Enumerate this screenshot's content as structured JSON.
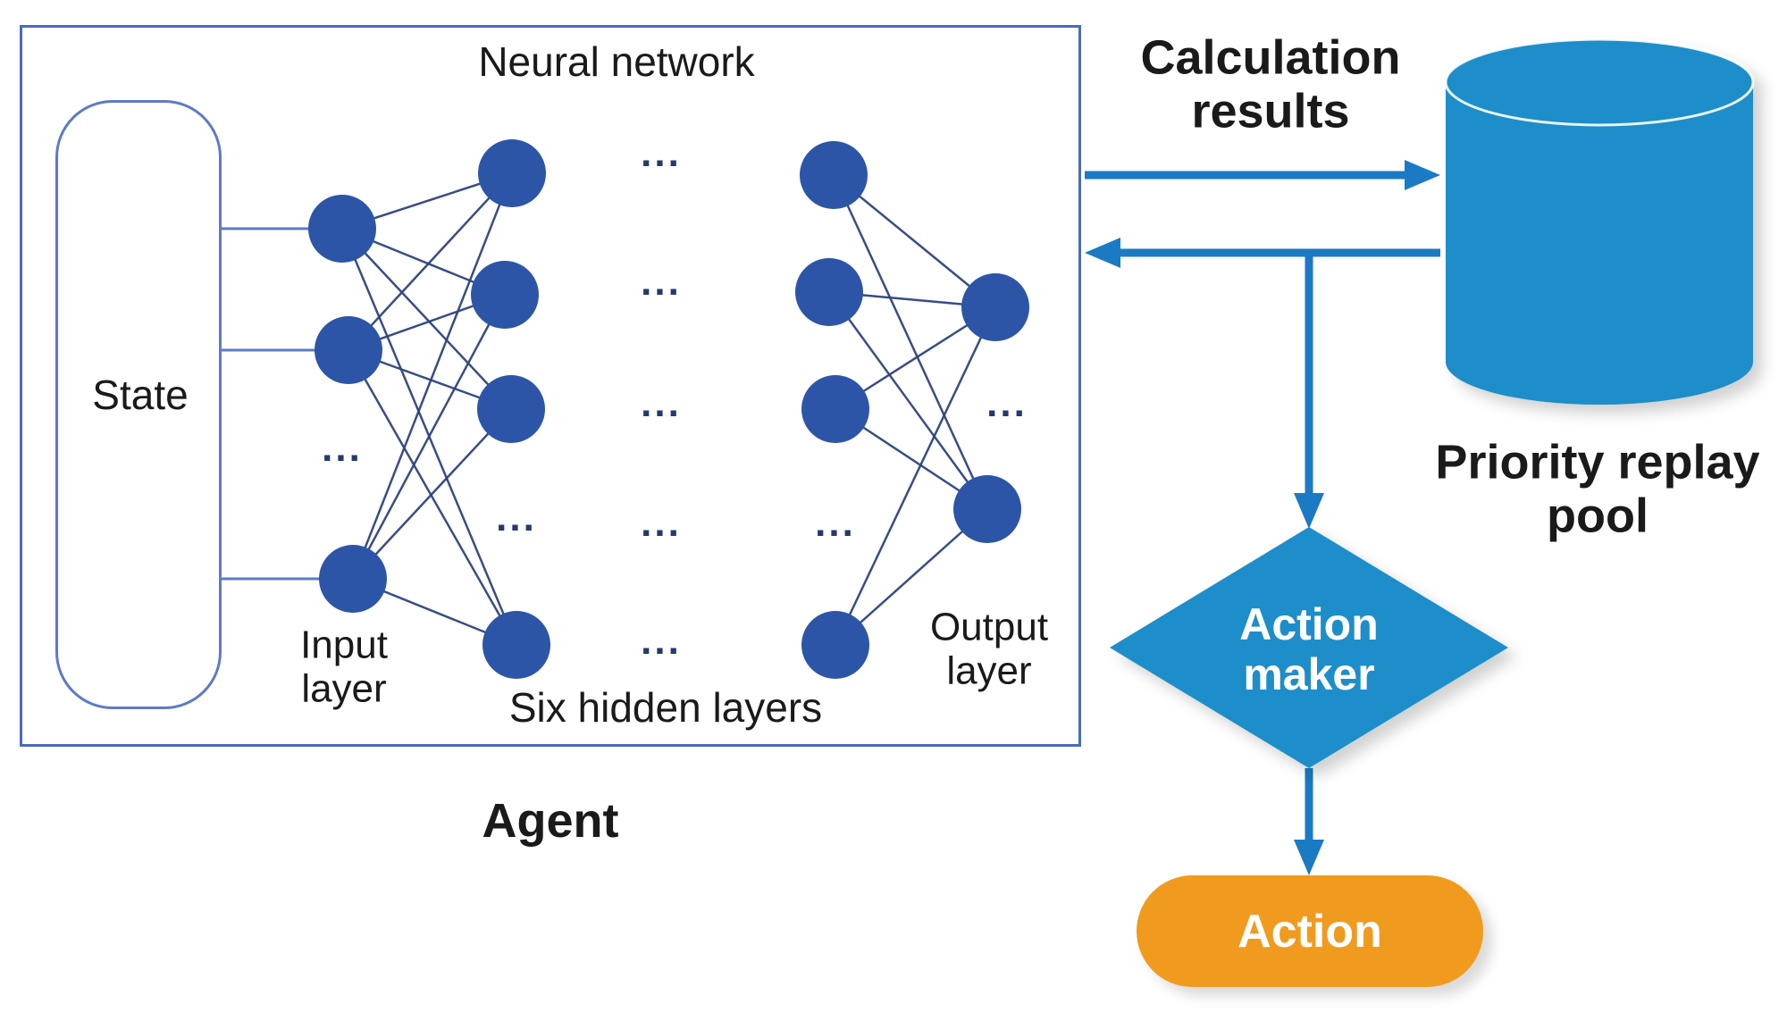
{
  "colors": {
    "node": "#2d55a7",
    "edge": "#2e4480",
    "box-border": "#4a6bbf",
    "state-border": "#5d7ac5",
    "arrow": "#1b7ac4",
    "cylinder": "#1d8ec9",
    "diamond": "#1d8ec9",
    "action": "#f09b1e",
    "text": "#1a1a1a",
    "shape-text": "#ffffff",
    "ellipsis": "#223a6e"
  },
  "agent": {
    "title": "Neural network",
    "state": "State",
    "input_layer": "Input layer",
    "hidden_layers": "Six hidden layers",
    "output_layer": "Output layer",
    "label": "Agent"
  },
  "flow": {
    "calculation_results": "Calculation results",
    "priority_replay_pool": "Priority replay pool",
    "action_maker": "Action maker",
    "action": "Action"
  },
  "ellipsis": "..."
}
